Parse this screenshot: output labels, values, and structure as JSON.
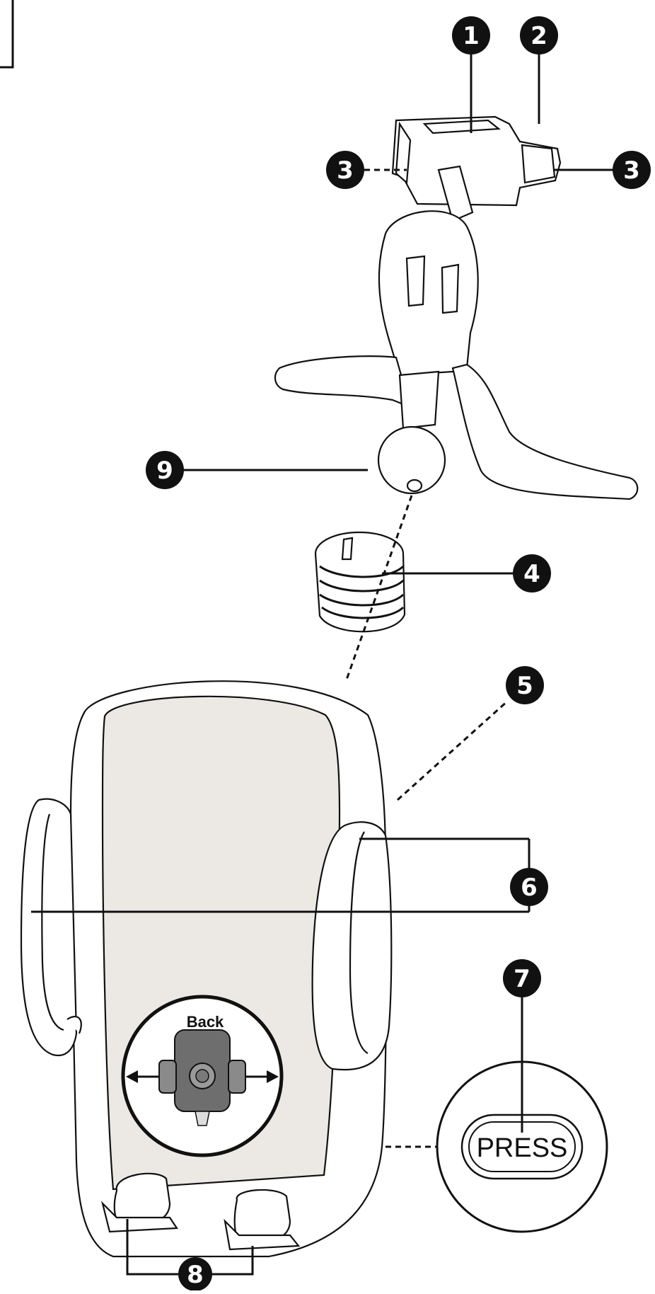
{
  "diagram": {
    "callouts": [
      {
        "id": "c1",
        "number": "1"
      },
      {
        "id": "c2",
        "number": "2"
      },
      {
        "id": "c3a",
        "number": "3"
      },
      {
        "id": "c3b",
        "number": "3"
      },
      {
        "id": "c4",
        "number": "4"
      },
      {
        "id": "c5",
        "number": "5"
      },
      {
        "id": "c6",
        "number": "6"
      },
      {
        "id": "c7",
        "number": "7"
      },
      {
        "id": "c8",
        "number": "8"
      },
      {
        "id": "c9",
        "number": "9"
      }
    ],
    "back_label": "Back",
    "press_label": "PRESS"
  }
}
